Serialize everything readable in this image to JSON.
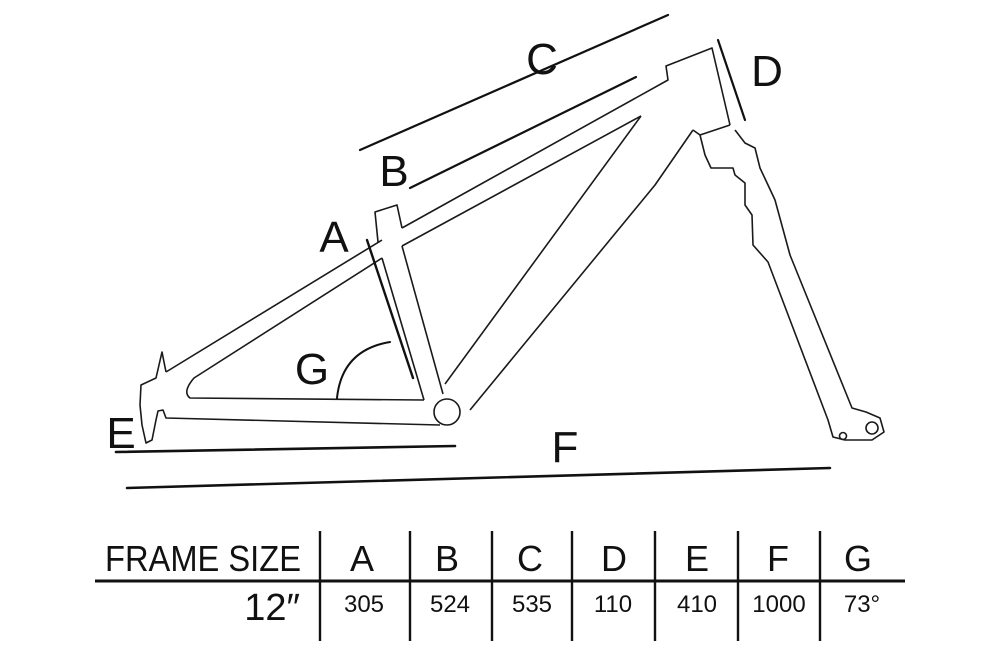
{
  "diagram": {
    "labels": {
      "A": "A",
      "B": "B",
      "C": "C",
      "D": "D",
      "E": "E",
      "F": "F",
      "G": "G"
    }
  },
  "table": {
    "row_header": "FRAME SIZE",
    "columns": [
      "A",
      "B",
      "C",
      "D",
      "E",
      "F",
      "G"
    ],
    "rows": [
      {
        "size": "12″",
        "values": [
          "305",
          "524",
          "535",
          "110",
          "410",
          "1000",
          "73°"
        ]
      }
    ]
  }
}
